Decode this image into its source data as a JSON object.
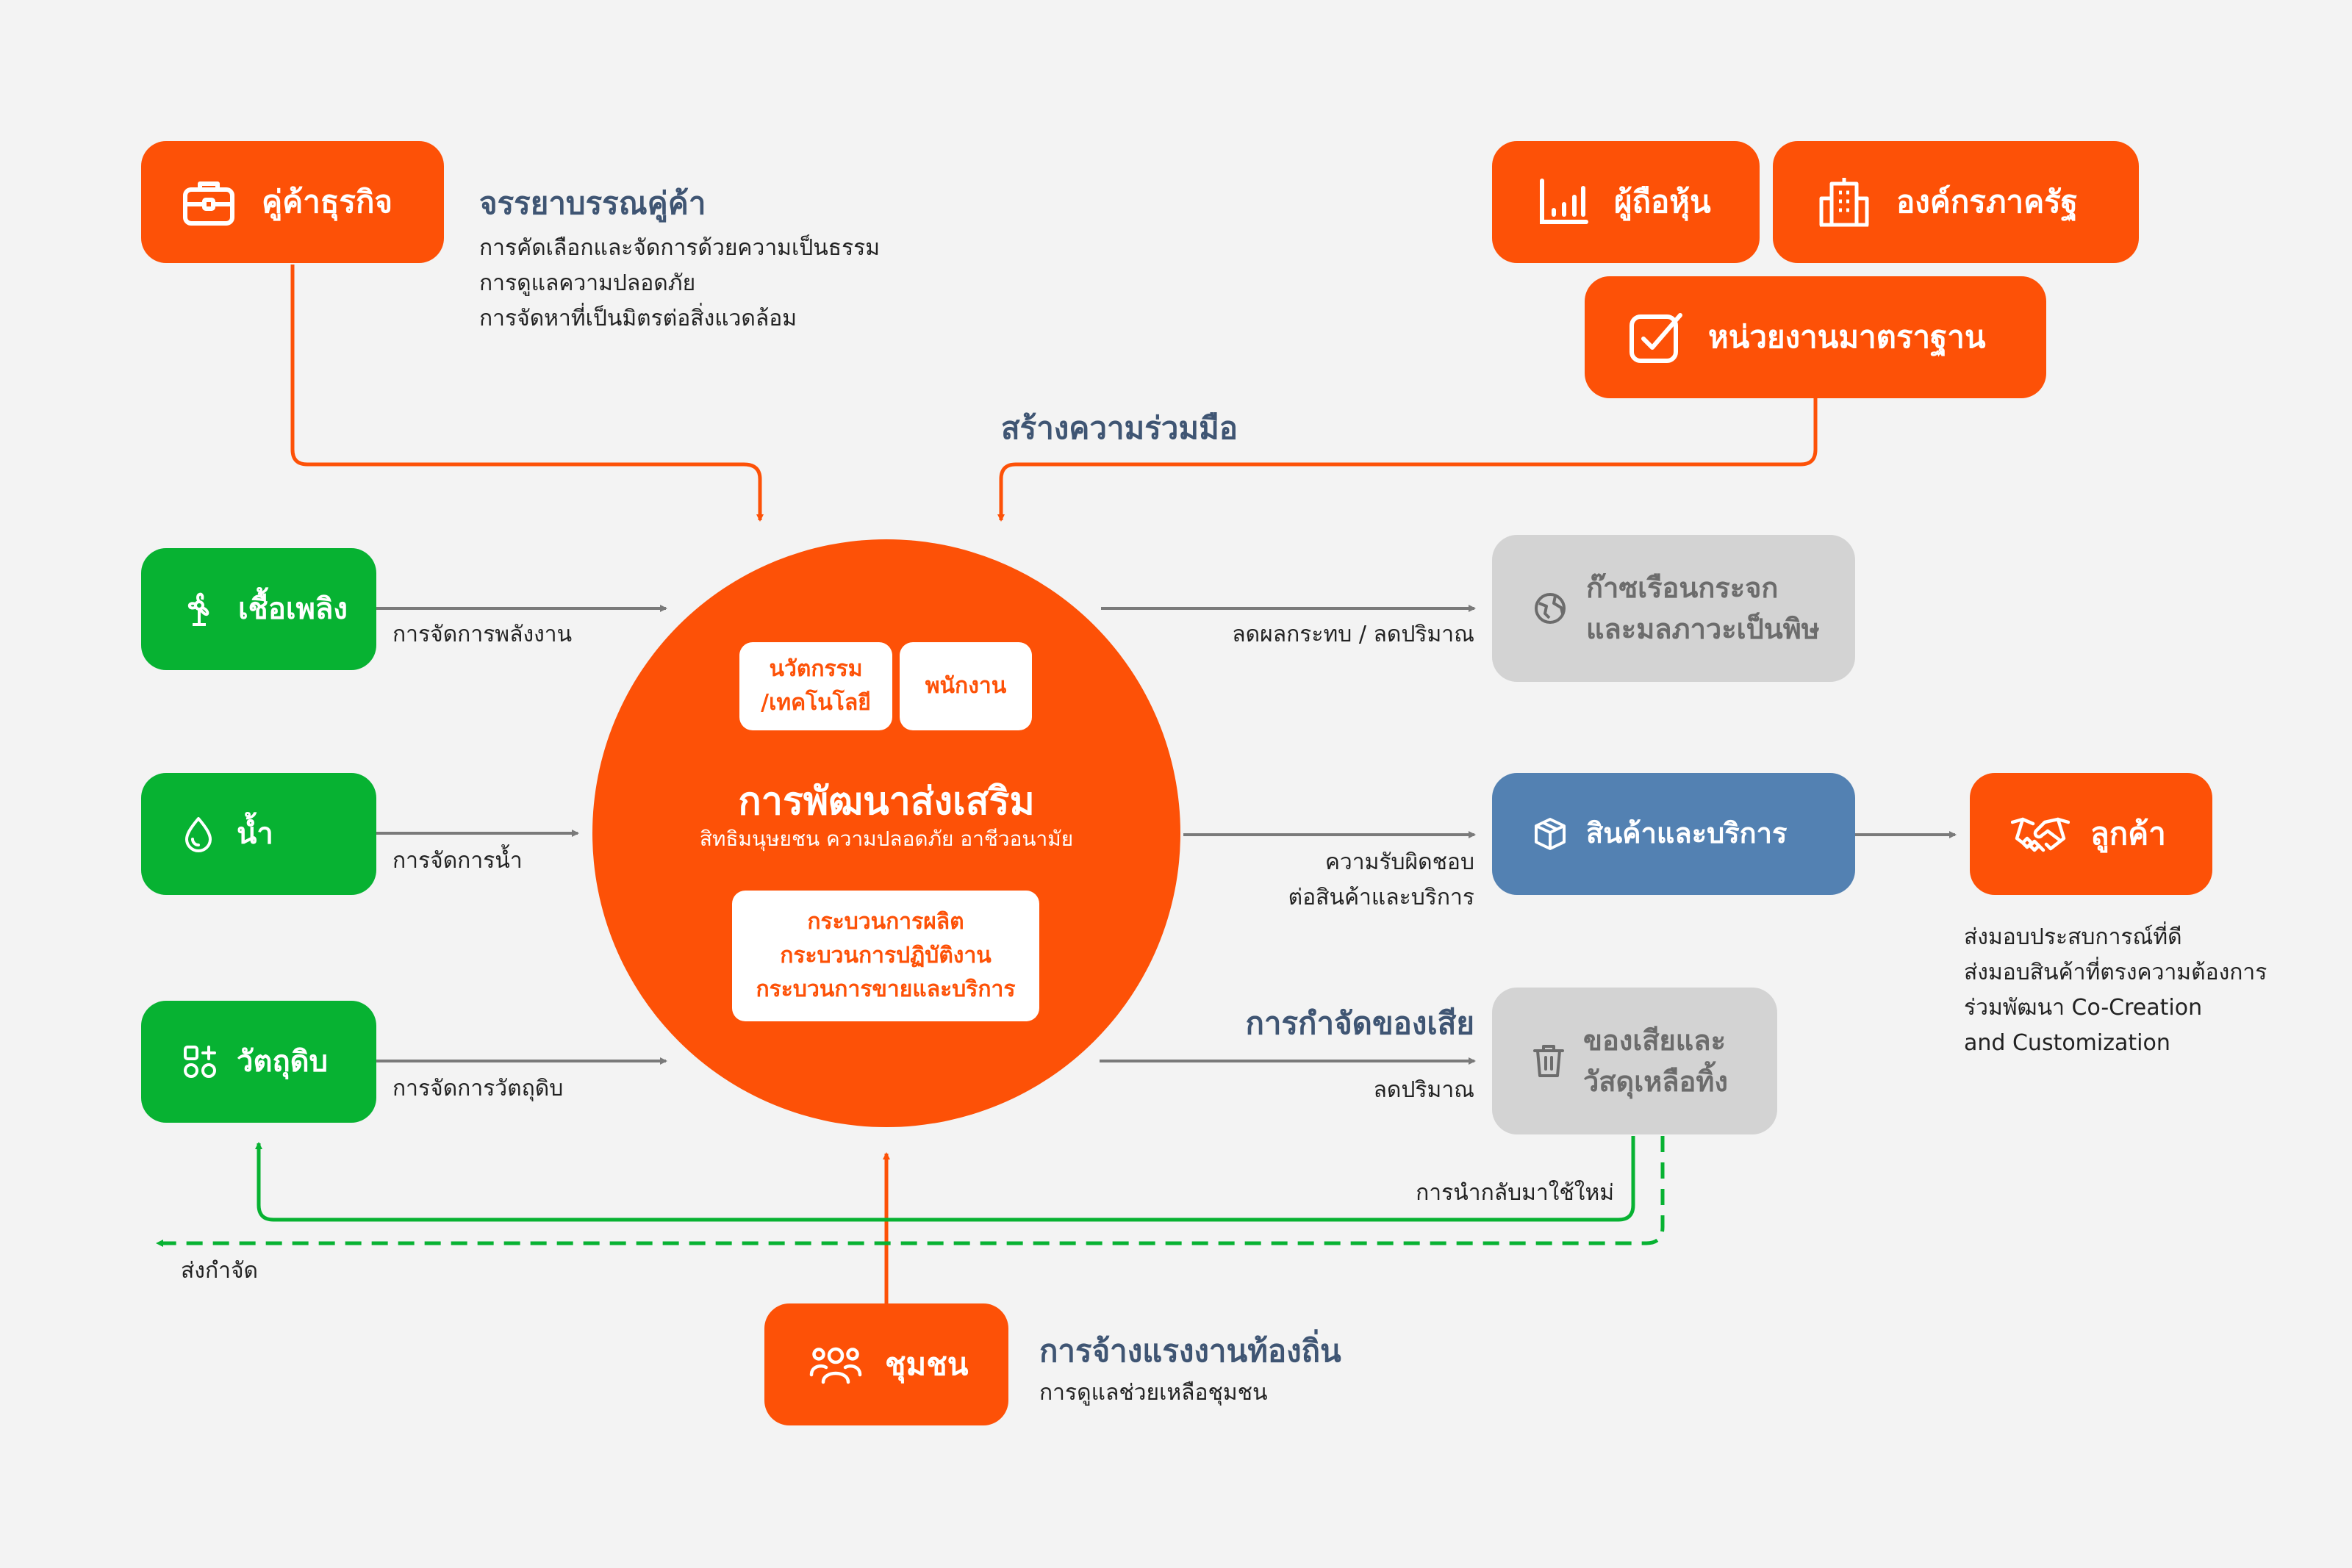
{
  "nodes": {
    "business_partner": "คู่ค้าธุรกิจ",
    "shareholder": "ผู้ถือหุ้น",
    "government": "องค์กรภาครัฐ",
    "standards": "หน่วยงานมาตราฐาน",
    "fuel": "เชื้อเพลิง",
    "water": "น้ำ",
    "raw_material": "วัตถุดิบ",
    "ghg_line1": "ก๊าซเรือนกระจก",
    "ghg_line2": "และมลภาวะเป็นพิษ",
    "products": "สินค้าและบริการ",
    "customer": "ลูกค้า",
    "waste_line1": "ของเสียและ",
    "waste_line2": "วัสดุเหลือทิ้ง",
    "community": "ชุมชน"
  },
  "center": {
    "innovation_line1": "นวัตกรรม",
    "innovation_line2": "/เทคโนโลยี",
    "employee": "พนักงาน",
    "title": "การพัฒนาส่งเสริม",
    "subtitle": "สิทธิมนุษยชน ความปลอดภัย อาชีวอนามัย",
    "process1": "กระบวนการผลิต",
    "process2": "กระบวนการปฏิบัติงาน",
    "process3": "กระบวนการขายและบริการ"
  },
  "labels": {
    "supplier_ethics_title": "จรรยาบรรณคู่ค้า",
    "supplier_ethics_1": "การคัดเลือกและจัดการด้วยความเป็นธรรม",
    "supplier_ethics_2": "การดูแลความปลอดภัย",
    "supplier_ethics_3": "การจัดหาที่เป็นมิตรต่อสิ่งแวดล้อม",
    "cooperation": "สร้างความร่วมมือ",
    "energy_mgmt": "การจัดการพลังงาน",
    "water_mgmt": "การจัดการน้ำ",
    "material_mgmt": "การจัดการวัตถุดิบ",
    "reduce_impact": "ลดผลกระทบ / ลดปริมาณ",
    "responsibility_1": "ความรับผิดชอบ",
    "responsibility_2": "ต่อสินค้าและบริการ",
    "waste_disposal_title": "การกำจัดของเสีย",
    "reduce_amount": "ลดปริมาณ",
    "reuse": "การนำกลับมาใช้ใหม่",
    "send_dispose": "ส่งกำจัด",
    "local_hire_title": "การจ้างแรงงานท้องถิ่น",
    "community_care": "การดูแลช่วยเหลือชุมชน",
    "customer_1": "ส่งมอบประสบการณ์ที่ดี",
    "customer_2": "ส่งมอบสินค้าที่ตรงความต้องการ",
    "customer_3": "ร่วมพัฒนา Co-Creation",
    "customer_4": "and Customization"
  },
  "colors": {
    "orange": "#fd5107",
    "green": "#07b232",
    "grey_box": "#d3d3d3",
    "blue_box": "#5381b2",
    "heading": "#3f5573",
    "arrow_grey": "#7a7a7a"
  }
}
